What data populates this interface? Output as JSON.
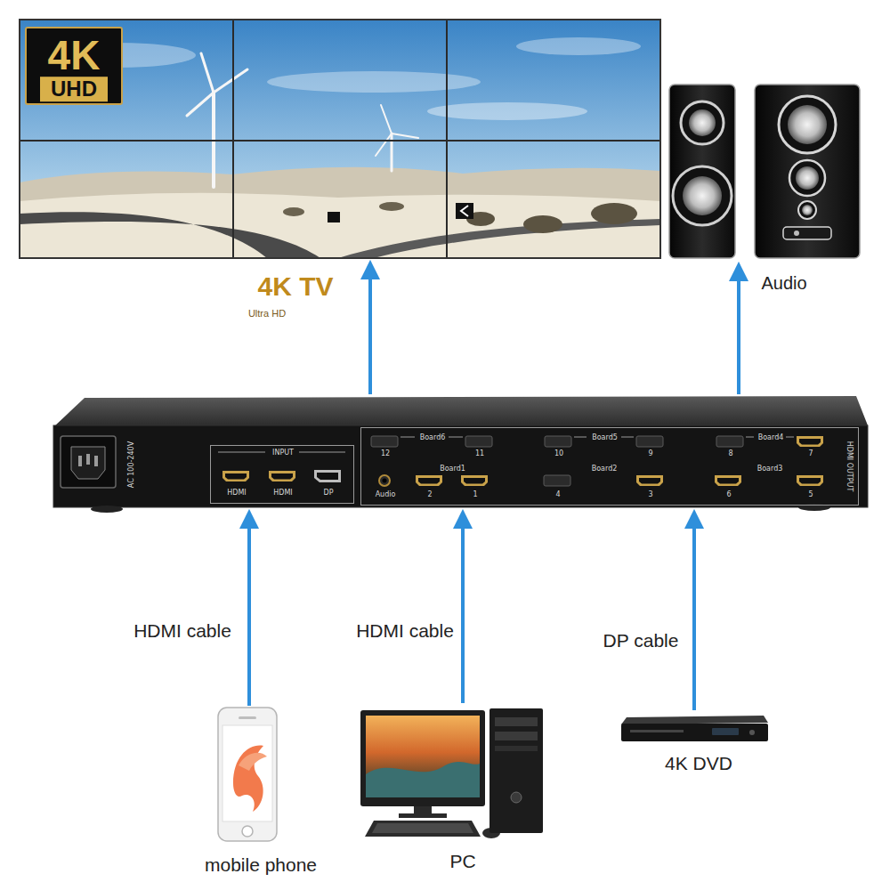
{
  "diagram": {
    "nodes": [
      {
        "text": [
          "4K TV",
          "Ultra HD"
        ]
      },
      {
        "text": [
          "4K",
          "UHD"
        ],
        "in": 0
      },
      {
        "text": [
          "Audio"
        ]
      },
      {
        "text": [
          "AC 100-240V"
        ]
      },
      {
        "text": [
          "INPUT",
          "HDMI",
          "HDMI",
          "DP"
        ],
        "in": 3
      },
      {
        "text": [
          "Board6",
          "12",
          "11",
          "Board5",
          "10",
          "9",
          "Board4",
          "8",
          "7",
          "Audio",
          "Board1",
          "2",
          "1",
          "Board2",
          "4",
          "3",
          "Board3",
          "6",
          "5",
          "HDMI OUTPUT"
        ],
        "in": 3
      },
      {
        "text": [
          "mobile phone"
        ]
      },
      {
        "text": [
          "PC"
        ]
      },
      {
        "text": [
          "4K DVD"
        ]
      }
    ],
    "edges": [
      {
        "from": 3,
        "to": 0,
        "arrow": "to"
      },
      {
        "from": 3,
        "to": 2,
        "arrow": "to"
      },
      {
        "from": 6,
        "to": 3,
        "label": "HDMI cable",
        "arrow": "to"
      },
      {
        "from": 7,
        "to": 3,
        "label": "HDMI cable",
        "arrow": "to"
      },
      {
        "from": 8,
        "to": 3,
        "label": "DP cable",
        "arrow": "to"
      }
    ]
  }
}
